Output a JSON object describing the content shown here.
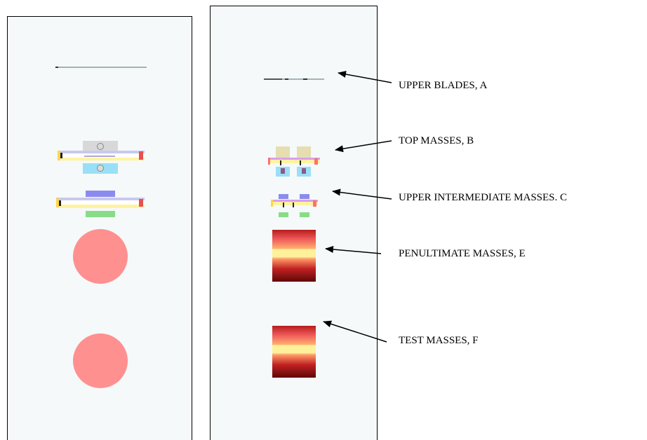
{
  "labels": {
    "upper_blades": "UPPER BLADES, A",
    "top_masses": "TOP MASSES, B",
    "upper_intermediate_masses": "UPPER INTERMEDIATE MASSES. C",
    "penultimate_masses": "PENULTIMATE MASSES, E",
    "test_masses": "TEST MASSES, F"
  },
  "colors": {
    "panel_background": "#f5f9fa",
    "round_mass": "#ff9090",
    "cyan_mass": "#99e0f6",
    "blue_mass": "#8b8bef",
    "green_mass": "#88dc88",
    "gray_mass": "#d8d8d8",
    "yellow_band": "#fff19a",
    "mass_red": "#e24040",
    "mass_dark_red": "#6a0c0c"
  }
}
